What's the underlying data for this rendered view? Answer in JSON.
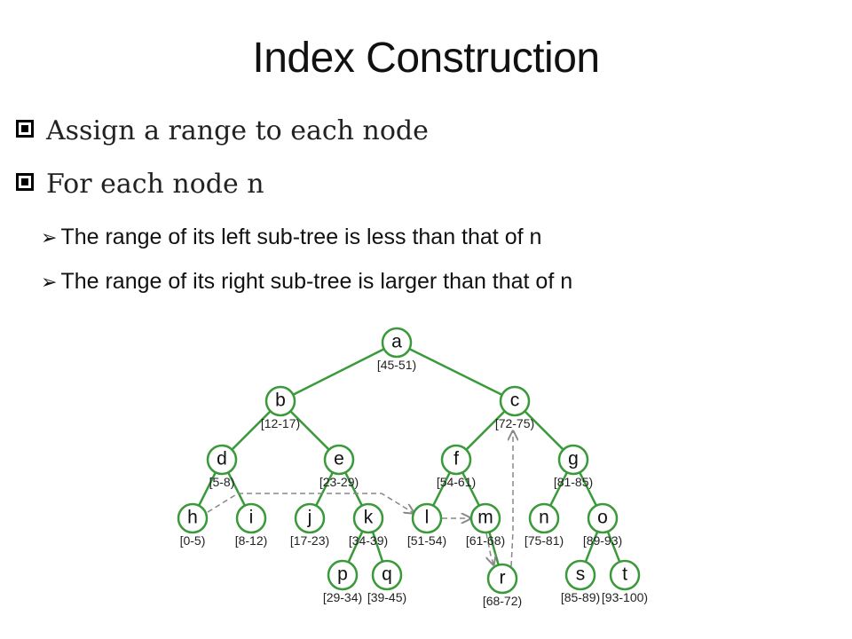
{
  "slide": {
    "title": "Index Construction",
    "bullets": [
      "Assign a range to each node",
      "For each node n"
    ],
    "sub_bullets": [
      "The range of its left sub-tree is less than that of n",
      "The range of its right sub-tree is larger than that of n"
    ],
    "colors": {
      "edge": "#3a9a3a",
      "highlight_c": "#22d3ee",
      "highlight_h": "#aaaaaa"
    }
  },
  "tree": {
    "nodes": [
      {
        "id": "a",
        "label": "a",
        "range": "[45-51)",
        "fill": ""
      },
      {
        "id": "b",
        "label": "b",
        "range": "[12-17)",
        "fill": ""
      },
      {
        "id": "c",
        "label": "c",
        "range": "[72-75)",
        "fill": "#22d3ee"
      },
      {
        "id": "d",
        "label": "d",
        "range": "[5-8)",
        "fill": ""
      },
      {
        "id": "e",
        "label": "e",
        "range": "[23-29)",
        "fill": ""
      },
      {
        "id": "f",
        "label": "f",
        "range": "[54-61)",
        "fill": ""
      },
      {
        "id": "g",
        "label": "g",
        "range": "[81-85)",
        "fill": ""
      },
      {
        "id": "h",
        "label": "h",
        "range": "[0-5)",
        "fill": "#aaaaaa"
      },
      {
        "id": "i",
        "label": "i",
        "range": "[8-12)",
        "fill": ""
      },
      {
        "id": "j",
        "label": "j",
        "range": "[17-23)",
        "fill": ""
      },
      {
        "id": "k",
        "label": "k",
        "range": "[34-39)",
        "fill": ""
      },
      {
        "id": "l",
        "label": "l",
        "range": "[51-54)",
        "fill": ""
      },
      {
        "id": "m",
        "label": "m",
        "range": "[61-68)",
        "fill": ""
      },
      {
        "id": "n",
        "label": "n",
        "range": "[75-81)",
        "fill": ""
      },
      {
        "id": "o",
        "label": "o",
        "range": "[89-93)",
        "fill": ""
      },
      {
        "id": "p",
        "label": "p",
        "range": "[29-34)",
        "fill": ""
      },
      {
        "id": "q",
        "label": "q",
        "range": "[39-45)",
        "fill": ""
      },
      {
        "id": "r",
        "label": "r",
        "range": "[68-72)",
        "fill": ""
      },
      {
        "id": "s",
        "label": "s",
        "range": "[85-89)",
        "fill": ""
      },
      {
        "id": "t",
        "label": "t",
        "range": "[93-100)",
        "fill": ""
      }
    ],
    "edges": [
      [
        "a",
        "b"
      ],
      [
        "a",
        "c"
      ],
      [
        "b",
        "d"
      ],
      [
        "b",
        "e"
      ],
      [
        "c",
        "f"
      ],
      [
        "c",
        "g"
      ],
      [
        "d",
        "h"
      ],
      [
        "d",
        "i"
      ],
      [
        "e",
        "j"
      ],
      [
        "e",
        "k"
      ],
      [
        "f",
        "l"
      ],
      [
        "f",
        "m"
      ],
      [
        "g",
        "n"
      ],
      [
        "g",
        "o"
      ],
      [
        "k",
        "p"
      ],
      [
        "k",
        "q"
      ],
      [
        "m",
        "r"
      ],
      [
        "o",
        "s"
      ],
      [
        "o",
        "t"
      ]
    ],
    "traversal": [
      "h",
      "l",
      "m",
      "r",
      "c"
    ]
  }
}
